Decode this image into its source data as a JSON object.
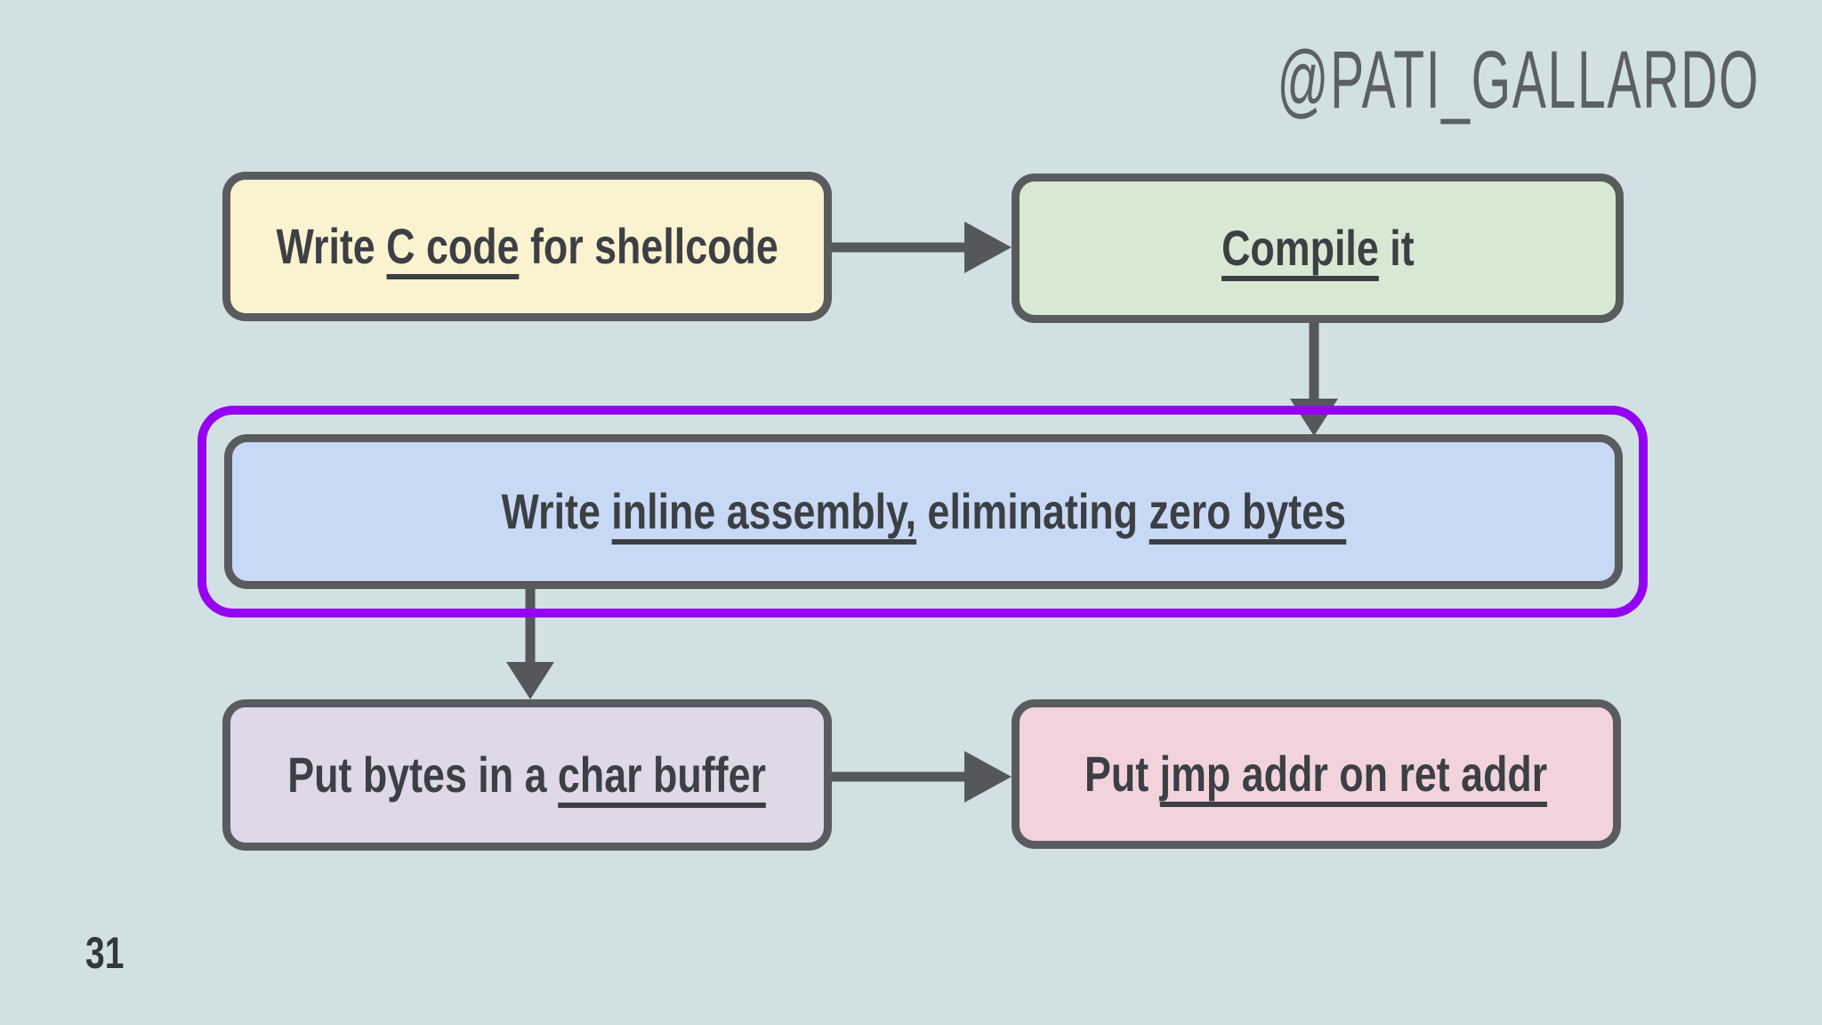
{
  "slide": {
    "author_handle": "@PATI_GALLARDO",
    "page_number": "31"
  },
  "colors": {
    "background": "#d1e0e2",
    "node_border_gray": "#595b5e",
    "arrow_gray": "#55575b",
    "text": "#3c3f44",
    "highlight_purple": "#9500f2",
    "node_yellow": "#fbf2d0",
    "node_green": "#d8e9d3",
    "node_blue": "#c8d9f5",
    "node_lavender": "#ded8e9",
    "node_pink": "#f2d3dc"
  },
  "flowchart": {
    "nodes": [
      {
        "id": "write-c-code",
        "fill": "#fbf2d0",
        "text_plain": "Write C code for shellcode",
        "segments": [
          {
            "text": "Write ",
            "underline": false
          },
          {
            "text": "C code",
            "underline": true
          },
          {
            "text": " for shellcode",
            "underline": false
          }
        ]
      },
      {
        "id": "compile-it",
        "fill": "#d8e9d3",
        "text_plain": "Compile it",
        "segments": [
          {
            "text": "Compile",
            "underline": true
          },
          {
            "text": " it",
            "underline": false
          }
        ]
      },
      {
        "id": "write-inline-assembly",
        "fill": "#c8d9f5",
        "highlighted": true,
        "text_plain": "Write inline assembly, eliminating zero bytes",
        "segments": [
          {
            "text": "Write ",
            "underline": false
          },
          {
            "text": "inline assembly,",
            "underline": true
          },
          {
            "text": " eliminating ",
            "underline": false
          },
          {
            "text": "zero bytes",
            "underline": true
          }
        ]
      },
      {
        "id": "put-bytes-char-buffer",
        "fill": "#ded8e9",
        "text_plain": "Put bytes in a char buffer",
        "segments": [
          {
            "text": "Put bytes in a ",
            "underline": false
          },
          {
            "text": "char buffer",
            "underline": true
          }
        ]
      },
      {
        "id": "put-jmp-addr",
        "fill": "#f2d3dc",
        "text_plain": "Put jmp addr on ret addr",
        "segments": [
          {
            "text": "Put ",
            "underline": false
          },
          {
            "text": "jmp addr on ret addr",
            "underline": true
          }
        ]
      }
    ],
    "edges": [
      {
        "from": "write-c-code",
        "to": "compile-it",
        "direction": "right"
      },
      {
        "from": "compile-it",
        "to": "write-inline-assembly",
        "direction": "down"
      },
      {
        "from": "write-inline-assembly",
        "to": "put-bytes-char-buffer",
        "direction": "down"
      },
      {
        "from": "put-bytes-char-buffer",
        "to": "put-jmp-addr",
        "direction": "right"
      }
    ],
    "highlight": {
      "node": "write-inline-assembly",
      "color": "#9500f2"
    }
  }
}
